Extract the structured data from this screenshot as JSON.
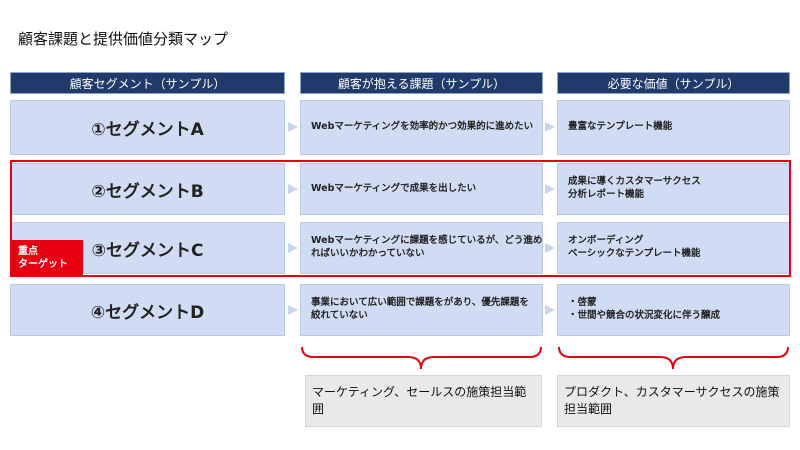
{
  "title": "顧客課題と提供価値分類マップ",
  "headers": [
    "顧客セグメント（サンプル）",
    "顧客が抱える課題（サンプル）",
    "必要な価値（サンプル）"
  ],
  "rows": [
    {
      "segment": "①セグメントA",
      "issue": [
        "Webマーケティングを効率的かつ効果的に進めたい"
      ],
      "value": [
        "豊富なテンプレート機能"
      ]
    },
    {
      "segment": "②セグメントB",
      "issue": [
        "Webマーケティングで成果を出したい"
      ],
      "value": [
        "成果に導くカスタマーサクセス",
        "分析レポート機能"
      ]
    },
    {
      "segment": "③セグメントC",
      "issue": [
        "Webマーケティングに課題を感じているが、どう進め",
        "ればいいかわかっていない"
      ],
      "value": [
        "オンボーディング",
        "ベーシックなテンプレート機能"
      ]
    },
    {
      "segment": "④セグメントD",
      "issue": [
        "事業において広い範囲で課題をがあり、優先課題を",
        "絞れていない"
      ],
      "value": [
        "・啓蒙",
        "・世間や競合の状況変化に伴う醸成"
      ]
    }
  ],
  "focus_tag": [
    "重点",
    "ターゲット"
  ],
  "bottom_notes": [
    [
      "マーケティング、セールスの施策担当範",
      "囲"
    ],
    [
      "プロダクト、カスタマーサクセスの施策",
      "担当範囲"
    ]
  ],
  "colors": {
    "header_bg": "#1f3a6b",
    "cell_bg": "#cfdcf3",
    "accent_red": "#e60012",
    "note_bg": "#e9e9e9"
  }
}
